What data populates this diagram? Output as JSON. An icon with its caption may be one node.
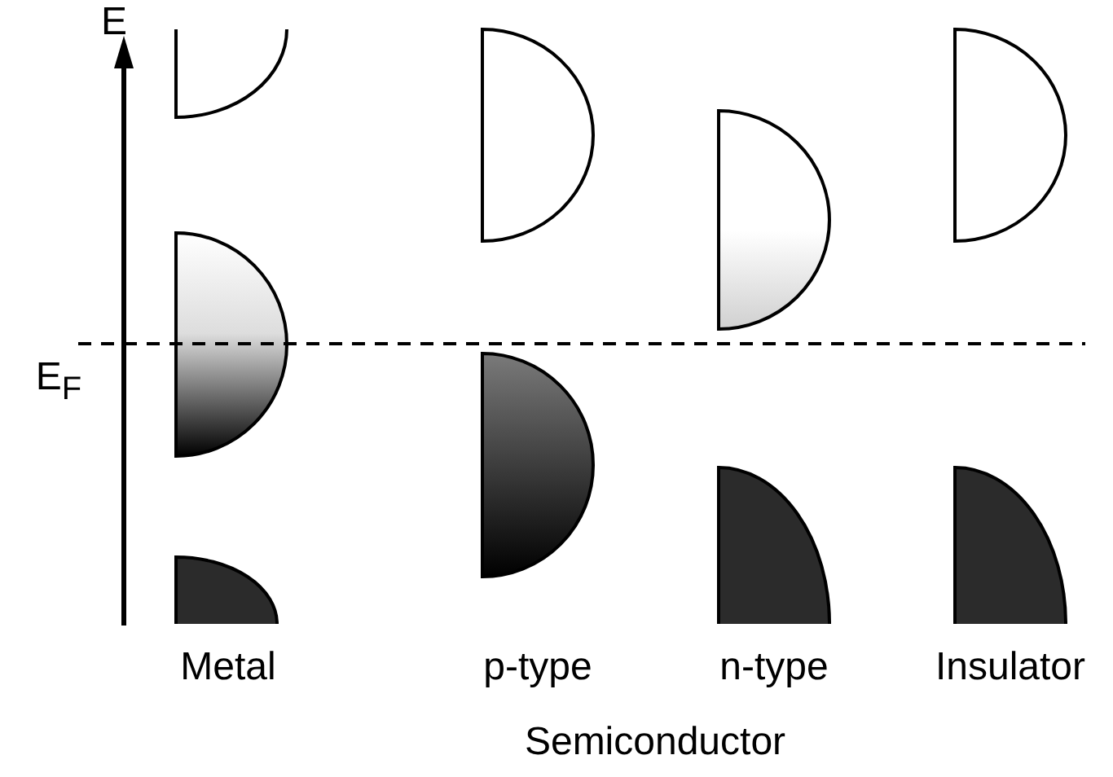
{
  "diagram": {
    "labels": [
      "E",
      "E$_{F}$",
      "Metal",
      "p-type",
      "n-type",
      "Insulator",
      "Semiconductor"
    ]
  }
}
